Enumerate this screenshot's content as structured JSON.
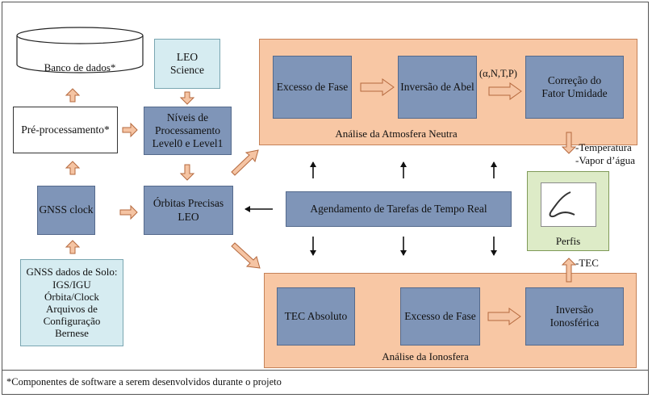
{
  "database": {
    "label": "Banco de dados*"
  },
  "preprocessing": {
    "label": "Pré-processamento*"
  },
  "gnss_clock": {
    "label": "GNSS clock"
  },
  "ground_data": {
    "lines": [
      "GNSS dados de Solo:",
      "IGS/IGU",
      "Órbita/Clock",
      "Arquivos de",
      "Configuração",
      "Bernese"
    ]
  },
  "leo_science": {
    "lines": [
      "LEO",
      "Science"
    ]
  },
  "processing_levels": {
    "lines": [
      "Níveis de",
      "Processamento",
      "Level0 e Level1"
    ]
  },
  "precise_orbits": {
    "lines": [
      "Órbitas Precisas",
      "LEO"
    ]
  },
  "neutral_atmosphere": {
    "caption": "Análise da Atmosfera Neutra",
    "phase_excess": "Excesso de Fase",
    "abel_inversion": "Inversão de Abel",
    "params": "(α,N,T,P)",
    "humidity_correction": [
      "Correção do",
      "Fator Umidade"
    ]
  },
  "scheduler": {
    "label": "Agendamento de Tarefas de Tempo Real"
  },
  "outputs": {
    "temperature": "-Temperatura",
    "water_vapor": "-Vapor d’água",
    "tec": "-TEC"
  },
  "profiles": {
    "label": "Perfis"
  },
  "ionosphere": {
    "caption": "Análise da Ionosfera",
    "absolute_tec": "TEC Absoluto",
    "phase_excess": "Excesso de Fase",
    "ionospheric_inversion": [
      "Inversão",
      "Ionosférica"
    ]
  },
  "footnote": "*Componentes de software a serem desenvolvidos durante o projeto",
  "colors": {
    "blue_box": "#7f95b8",
    "orange_panel": "#f8c7a4",
    "light_box": "#d6ecf1",
    "green_box": "#ddebc7",
    "arrow_fill": "#f5c4a3"
  }
}
